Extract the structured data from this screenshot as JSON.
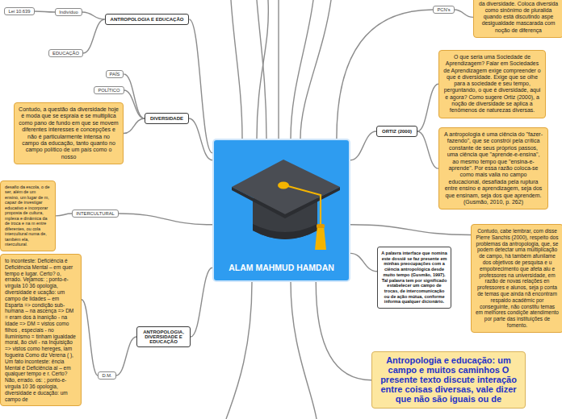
{
  "diagram": {
    "nodes": [
      {
        "text": [
          "ALAM MAHMUD HAMDAN"
        ]
      },
      {
        "text": [
          "Lei 10.639"
        ]
      },
      {
        "text": [
          "Indivíduo"
        ]
      },
      {
        "text": [
          "ANTROPOLOGIA  E  EDUCAÇÃO"
        ]
      },
      {
        "text": [
          "EDUCAÇÃO"
        ]
      },
      {
        "text": [
          "PAÍS"
        ]
      },
      {
        "text": [
          "POLÍTICO"
        ]
      },
      {
        "text": [
          "DIVERSIDADE"
        ]
      },
      {
        "text": [
          "Contudo, a questão da diversidade hoje é moda que se espraia e se multiplica como pano de fundo em que se movem diferentes interesses e concepções e não é particularmente intensa no campo da educação, tanto quanto no campo político de um país como o nosso"
        ]
      },
      {
        "text": [
          "desafio da escola, o de ser, além de um ensino, um lugar de m, capaz de investigar educativo e incorporar proposta de cultura, mplexa e dinâmica da de troca e na m entre diferentes, ou cola intercultural numa de, também ela, ntercultural."
        ]
      },
      {
        "text": [
          "INTERCULTURAL"
        ]
      },
      {
        "text": [
          "to inconteste: Deficiência é Deficiência Mental – em quer tempo e lugar. Certo? o, errado. Vejamos: ; ponto-e-vírgula 10 36 opologia, diversidade e ucação: um campo de lidades – em Esparta => condição sub-humana – na ascença => DM = eram dos à inanição - na Idade => DM = vistos como filhos , especiais - no Iluminismo = tinham igualdade moral, ão civil - na Inquisição => vistos como hereges, iam fogueira Como diz Verena ( ), Um fato inconteste: ência Mental é Deficiência al – em qualquer tempo e r. Certo? Não, errado. os: ; ponto-e-vírgula 10 36 opologia, diversidade e ducação: um campo de"
        ]
      },
      {
        "text": [
          "ANTROPOLOGIA, DIVERSIDADE E EDUCAÇÃO"
        ]
      },
      {
        "text": [
          "D.M."
        ]
      },
      {
        "text": [
          "da diversidade. Coloca diversida como sinônimo de pluralida quando está discutindo aspe desigualdade mascarada com noção de diferença"
        ]
      },
      {
        "text": [
          "PCN's"
        ]
      },
      {
        "text": [
          "O que seria uma Sociedade de Aprendizagem? Falar em Sociedades de Aprendizagem exige compreender o que é diversidade. Exige que se olhe para a sociedade e seu tempo, perguntando, o que é diversidade, aqui e agora? Como sugere Ortiz (2000), a noção de diversidade se aplica a fenômenos de naturezas diversas."
        ]
      },
      {
        "text": [
          "ORTIZ (2000)"
        ]
      },
      {
        "text": [
          "A antropologia é uma ciência do \"fazer-fazendo\", que se constrói pela crítica constante de seus próprios passos, uma ciência que \"aprende-e-ensina\", ao mesmo tempo que \"ensina-e-aprende\". Por essa razão coloca-se como mais valia no campo educacional, desafiada pela ruptura entre ensino e aprendizagem, seja dos que ensinam, seja dos que aprendem. (Gusmão, 2010, p. 262)"
        ]
      },
      {
        "text": [
          "A palavra interface que nomina este dossiê se faz presente em minhas preocupações com a ciência antropológica desde muito tempo (Gusmão, 1997). Tal palavra tem por significado estabelecer um campo de trocas, de intercomunicação ou de ação mútua, conforme informa qualquer dicionário."
        ]
      },
      {
        "text": [
          "Contudo, cabe lembrar, com disse Pierre Sanchis (2000), respeito dos problemas da antropologia, que, se podem detectar uma multiplicação de campo, há também afunilame dos objetivos de pesquisa e u empobrecimento que afeta alu e professores na universidade, em razão de novas relações en professores e alunos, seja p conta de temas que ainda nã encontram respaldo acadêmic por conseguinte, não constitu temas em melhores condiçõe atendimento por parte das instituições de fomento."
        ]
      },
      {
        "text": [
          "Antropologia e educação: um campo e muitos caminhos O presente texto discute interação entre coisas diversas, vale dizer que não são iguais ou de"
        ]
      }
    ],
    "edges": [
      {
        "from": 0,
        "to": 3,
        "arrow": "none"
      },
      {
        "from": 3,
        "to": 2,
        "arrow": "none"
      },
      {
        "from": 2,
        "to": 1,
        "arrow": "none"
      },
      {
        "from": 3,
        "to": 4,
        "arrow": "none"
      },
      {
        "from": 0,
        "to": 7,
        "arrow": "none"
      },
      {
        "from": 7,
        "to": 5,
        "arrow": "none"
      },
      {
        "from": 7,
        "to": 6,
        "arrow": "none"
      },
      {
        "from": 7,
        "to": 8,
        "arrow": "none"
      },
      {
        "from": 0,
        "to": 10,
        "arrow": "none"
      },
      {
        "from": 10,
        "to": 9,
        "arrow": "none"
      },
      {
        "from": 0,
        "to": 12,
        "arrow": "none"
      },
      {
        "from": 12,
        "to": 13,
        "arrow": "none"
      },
      {
        "from": 13,
        "to": 11,
        "arrow": "none"
      },
      {
        "from": 0,
        "to": 15,
        "arrow": "none"
      },
      {
        "from": 15,
        "to": 14,
        "arrow": "none"
      },
      {
        "from": 0,
        "to": 17,
        "arrow": "none"
      },
      {
        "from": 17,
        "to": 16,
        "arrow": "none"
      },
      {
        "from": 17,
        "to": 18,
        "arrow": "none"
      },
      {
        "from": 0,
        "to": 19,
        "arrow": "none"
      },
      {
        "from": 0,
        "to": 20,
        "arrow": "none"
      },
      {
        "from": 0,
        "to": 21,
        "arrow": "none"
      }
    ]
  }
}
